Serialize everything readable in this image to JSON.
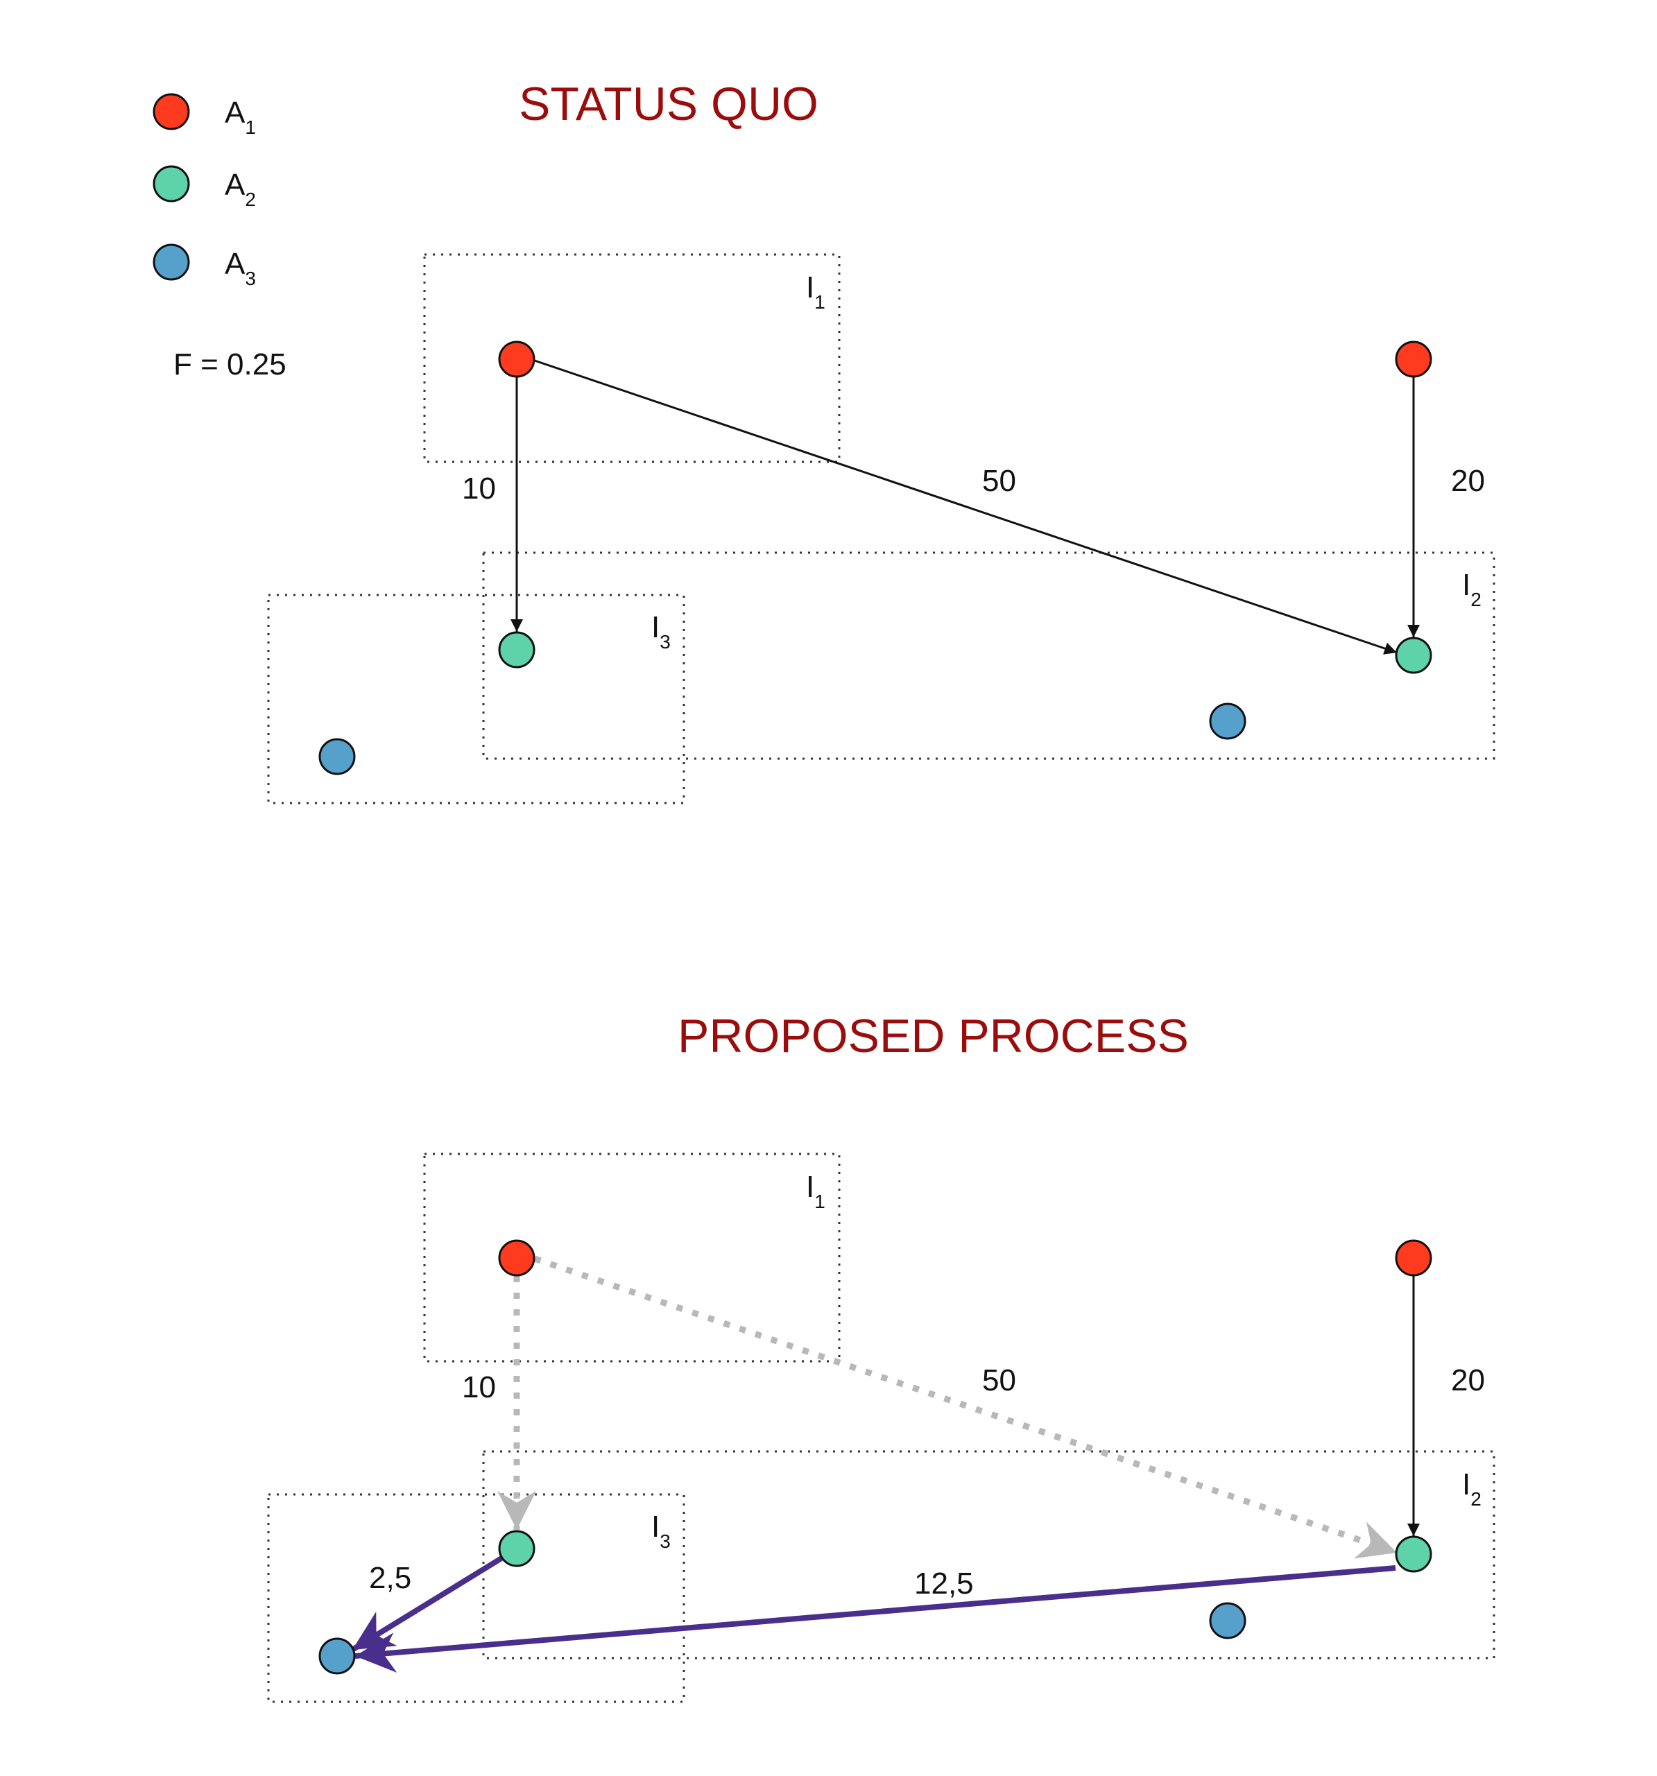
{
  "legend": {
    "items": [
      {
        "letter": "A",
        "sub": "1",
        "color": "#ff3b1f"
      },
      {
        "letter": "A",
        "sub": "2",
        "color": "#5ed2a8"
      },
      {
        "letter": "A",
        "sub": "3",
        "color": "#56a0cc"
      }
    ],
    "factor": "F = 0.25"
  },
  "colors": {
    "title": "#9b0d0d",
    "edge_black": "#111111",
    "edge_grey": "#b8b8b8",
    "edge_purple": "#4a2e8c"
  },
  "status_quo": {
    "title": "STATUS QUO",
    "regions": [
      {
        "letter": "I",
        "sub": "1"
      },
      {
        "letter": "I",
        "sub": "2"
      },
      {
        "letter": "I",
        "sub": "3"
      }
    ],
    "edges": [
      {
        "label": "10"
      },
      {
        "label": "50"
      },
      {
        "label": "20"
      }
    ]
  },
  "proposed": {
    "title": "PROPOSED PROCESS",
    "regions": [
      {
        "letter": "I",
        "sub": "1"
      },
      {
        "letter": "I",
        "sub": "2"
      },
      {
        "letter": "I",
        "sub": "3"
      }
    ],
    "edges": [
      {
        "label": "10"
      },
      {
        "label": "50"
      },
      {
        "label": "20"
      },
      {
        "label": "2,5"
      },
      {
        "label": "12,5"
      }
    ]
  }
}
